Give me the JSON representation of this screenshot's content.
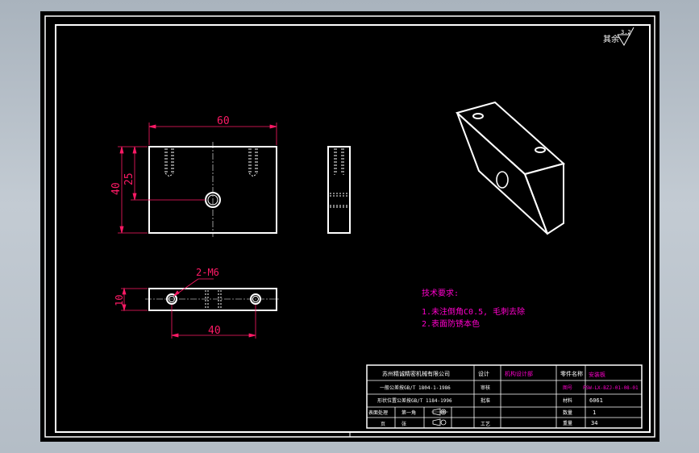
{
  "surface_mark": "其余",
  "surface_value": "3.2",
  "dims": {
    "width_60": "60",
    "height_40": "40",
    "height_25": "25",
    "thickness_10": "10",
    "spacing_40": "40",
    "holes_note": "2-M6"
  },
  "tech_notes": [
    "技术要求:",
    "1.未注倒角C0.5, 毛刺去除",
    "2.表面防锈本色"
  ],
  "title_block": {
    "company": "苏州精诚精密机械有限公司",
    "row2": "一般公差按GB/T 1804-1-1986",
    "row3": "形状位置公差按GB/T 1184-1996",
    "row4_a": "表面处理",
    "row4_b": "第一角",
    "row5_a": "页",
    "row5_b": "张",
    "lbl_design": "设计",
    "lbl_audit": "审核",
    "lbl_approve": "批准",
    "lbl_process": "工艺",
    "val_design": "机构设计部",
    "lbl_name": "零件名称",
    "lbl_drawno": "图号",
    "lbl_material": "材料",
    "lbl_qty": "数量",
    "lbl_weight": "重量",
    "val_name": "安装板",
    "val_drawno": "PSW-LX-BZJ-01-08-01",
    "val_material": "6061",
    "val_qty": "1",
    "val_weight": "34"
  },
  "colors": {
    "line": "#ffffff",
    "dim": "#ff1a66",
    "note": "#ff00cc",
    "frame": "#ffffff",
    "background": "#000000"
  }
}
